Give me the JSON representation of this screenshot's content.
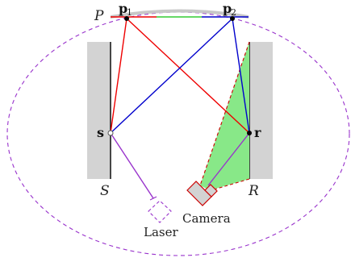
{
  "diagram": {
    "labels": {
      "P": "P",
      "p1_main": "p",
      "p1_sub": "1",
      "p2_main": "p",
      "p2_sub": "2",
      "s": "s",
      "r": "r",
      "S": "S",
      "R": "R",
      "camera": "Camera",
      "laser": "Laser"
    },
    "colors": {
      "wall_fill": "#d3d3d3",
      "wall_line": "#000000",
      "ellipse_dashed": "#9933cc",
      "path_red": "#ee0000",
      "path_blue": "#0000cc",
      "segment_green": "#33cc33",
      "frustum_fill": "#88e888",
      "frustum_edge": "#cc0000",
      "camera_fill": "#d3d3d3",
      "camera_edge": "#cc0000",
      "laser_ray": "#9933cc",
      "laser_box": "#9933cc"
    }
  }
}
